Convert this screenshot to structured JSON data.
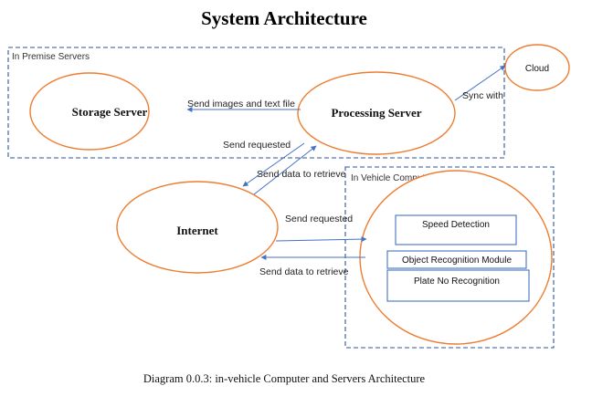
{
  "title": "System Architecture",
  "caption": "Diagram 0.0.3: in-vehicle Computer and Servers Architecture",
  "groups": {
    "in_premise": "In Premise Servers",
    "in_vehicle": "In Vehicle Computer"
  },
  "nodes": {
    "storage": "Storage Server",
    "processing": "Processing Server",
    "cloud": "Cloud",
    "internet": "Internet"
  },
  "modules": [
    "Speed Detection",
    "Object Recognition Module",
    "Plate No Recognition"
  ],
  "edges": {
    "images_text": "Send images and text file",
    "sync": "Sync with",
    "send_requested_top": "Send requested",
    "send_data_top": "Send data to retrieve",
    "send_requested_bottom": "Send requested",
    "send_data_bottom": "Send data to retrieve"
  },
  "colors": {
    "node_stroke": "#ED7D31",
    "group_stroke": "#2F5597",
    "edge": "#4472C4"
  }
}
